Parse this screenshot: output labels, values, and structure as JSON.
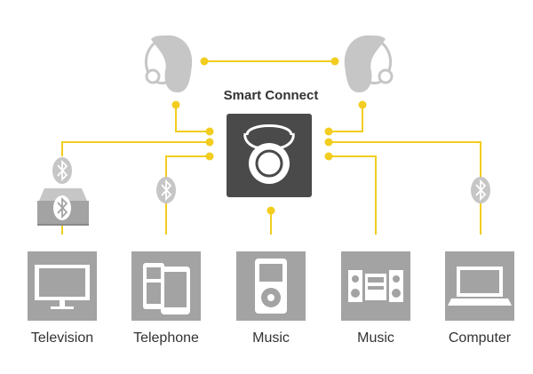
{
  "hub": {
    "title": "Smart Connect"
  },
  "devices": [
    {
      "label": "Television",
      "icon": "television-icon"
    },
    {
      "label": "Telephone",
      "icon": "telephone-icon"
    },
    {
      "label": "Music",
      "icon": "music-player-icon"
    },
    {
      "label": "Music",
      "icon": "stereo-system-icon"
    },
    {
      "label": "Computer",
      "icon": "laptop-icon"
    }
  ],
  "colors": {
    "line": "#f2cd1f",
    "device_bg": "#a3a3a3",
    "hub_bg": "#4a4a4a",
    "hearing_aid": "#c6c6c6",
    "text": "#333333"
  }
}
